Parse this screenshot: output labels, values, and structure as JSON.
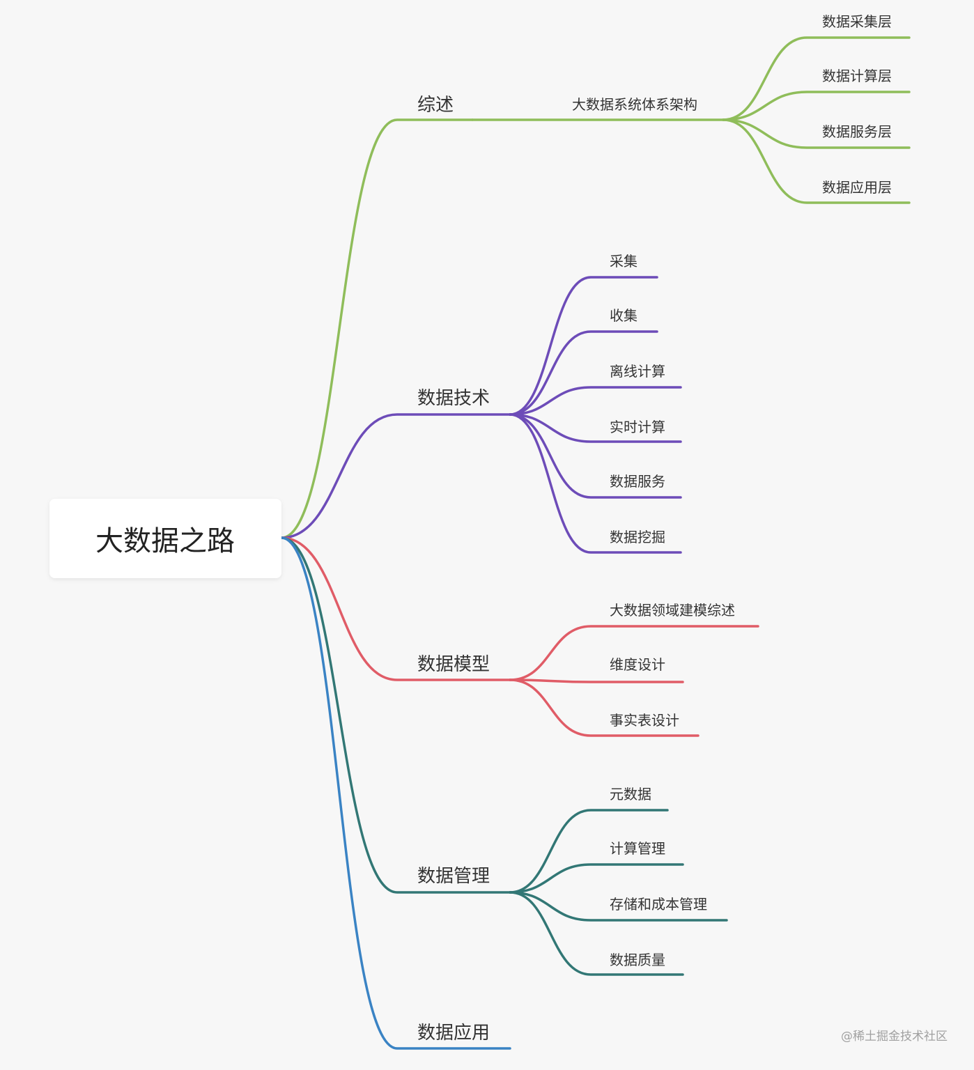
{
  "root": {
    "label": "大数据之路"
  },
  "colors": {
    "overview": "#8fbd5a",
    "tech": "#6d4cb8",
    "model": "#e05c67",
    "management": "#327775",
    "application": "#3a83c4"
  },
  "branches": [
    {
      "id": "overview",
      "label": "综述",
      "color_key": "overview",
      "children": [
        {
          "label": "大数据系统体系架构",
          "children": [
            {
              "label": "数据采集层"
            },
            {
              "label": "数据计算层"
            },
            {
              "label": "数据服务层"
            },
            {
              "label": "数据应用层"
            }
          ]
        }
      ]
    },
    {
      "id": "tech",
      "label": "数据技术",
      "color_key": "tech",
      "children": [
        {
          "label": "采集"
        },
        {
          "label": "收集"
        },
        {
          "label": "离线计算"
        },
        {
          "label": "实时计算"
        },
        {
          "label": "数据服务"
        },
        {
          "label": "数据挖掘"
        }
      ]
    },
    {
      "id": "model",
      "label": "数据模型",
      "color_key": "model",
      "children": [
        {
          "label": "大数据领域建模综述"
        },
        {
          "label": "维度设计"
        },
        {
          "label": "事实表设计"
        }
      ]
    },
    {
      "id": "management",
      "label": "数据管理",
      "color_key": "management",
      "children": [
        {
          "label": "元数据"
        },
        {
          "label": "计算管理"
        },
        {
          "label": "存储和成本管理"
        },
        {
          "label": "数据质量"
        }
      ]
    },
    {
      "id": "application",
      "label": "数据应用",
      "color_key": "application",
      "children": []
    }
  ],
  "watermark": "@稀土掘金技术社区"
}
